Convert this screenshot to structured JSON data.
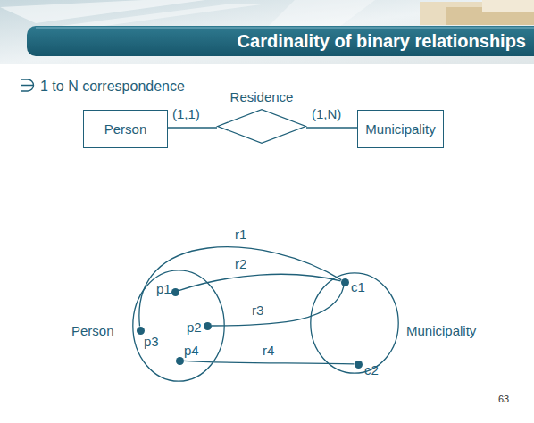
{
  "diagram": {
    "title": "Cardinality of binary relationships",
    "nodes": [
      {
        "text": [
          "Person"
        ]
      },
      {
        "text": [
          "Residence"
        ]
      },
      {
        "text": [
          "Municipality"
        ]
      },
      {
        "text": [
          "Person"
        ]
      },
      {
        "text": [
          "p1"
        ],
        "in": 3
      },
      {
        "text": [
          "p2"
        ],
        "in": 3
      },
      {
        "text": [
          "p3"
        ],
        "in": 3
      },
      {
        "text": [
          "p4"
        ],
        "in": 3
      },
      {
        "text": [
          "Municipality"
        ]
      },
      {
        "text": [
          "c1"
        ],
        "in": 8
      },
      {
        "text": [
          "c2"
        ],
        "in": 8
      }
    ],
    "edges": [
      {
        "from": 0,
        "to": 1,
        "label": "(1,1)",
        "arrow": "none"
      },
      {
        "from": 1,
        "to": 2,
        "label": "(1,N)",
        "arrow": "none"
      },
      {
        "from": 6,
        "to": 9,
        "label": "r1",
        "arrow": "none"
      },
      {
        "from": 4,
        "to": 9,
        "label": "r2",
        "arrow": "none"
      },
      {
        "from": 5,
        "to": 9,
        "label": "r3",
        "arrow": "none"
      },
      {
        "from": 7,
        "to": 10,
        "label": "r4",
        "arrow": "none"
      }
    ],
    "labels": [
      "1 to N correspondence",
      "63"
    ]
  }
}
